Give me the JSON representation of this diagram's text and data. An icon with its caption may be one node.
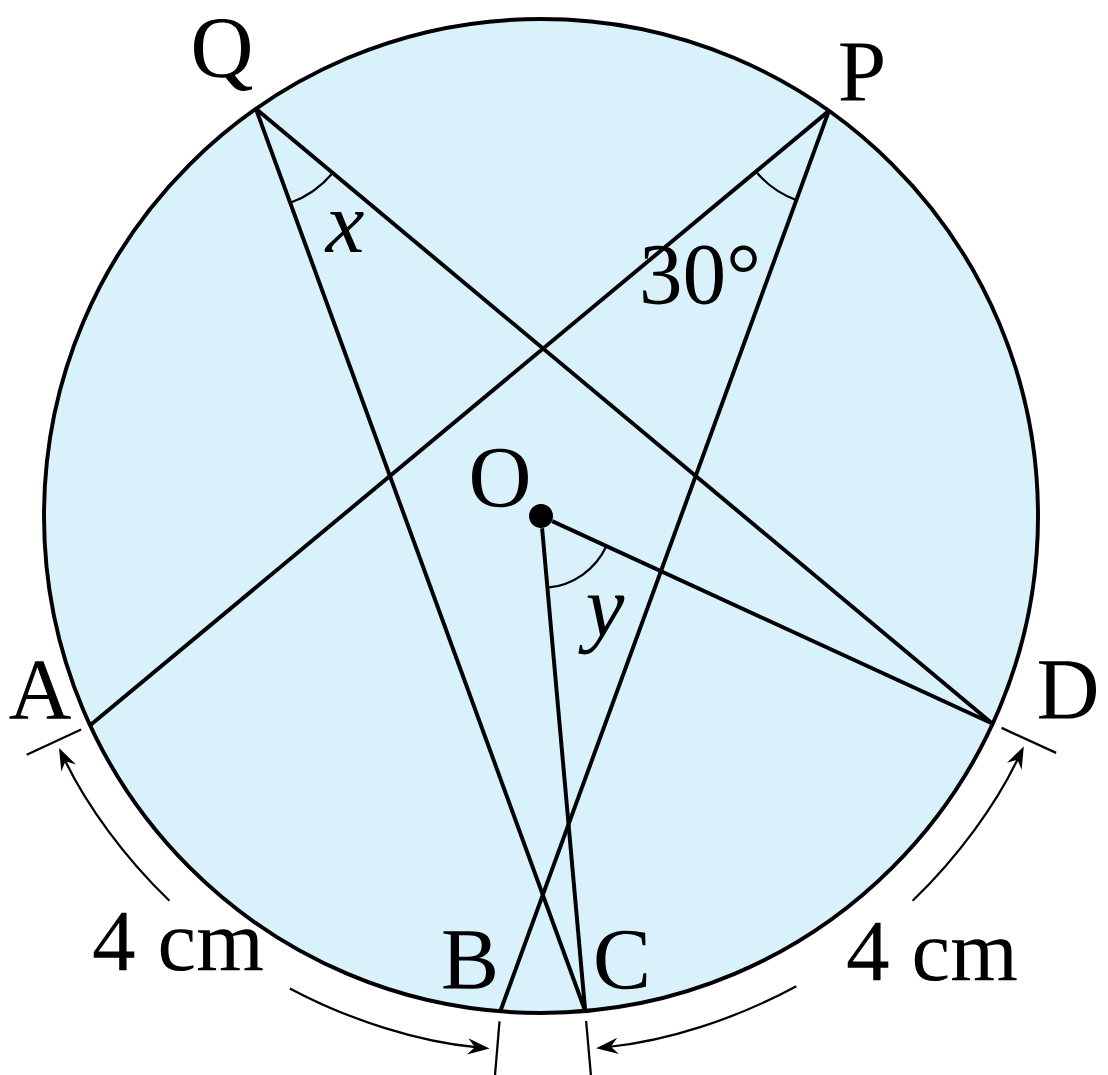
{
  "diagram": {
    "nodes": [
      {
        "text": [],
        "shape": "point",
        "beside": [
          "Q"
        ]
      },
      {
        "text": [],
        "shape": "point",
        "beside": [
          "P"
        ]
      },
      {
        "text": [],
        "shape": "dot",
        "beside": [
          "O"
        ]
      },
      {
        "text": [],
        "shape": "point",
        "beside": [
          "A"
        ]
      },
      {
        "text": [],
        "shape": "point",
        "beside": [
          "D"
        ]
      },
      {
        "text": [],
        "shape": "point",
        "beside": [
          "B"
        ]
      },
      {
        "text": [],
        "shape": "point",
        "beside": [
          "C"
        ]
      }
    ],
    "edges": [
      {
        "from": 0,
        "to": 6,
        "arrow": "none"
      },
      {
        "from": 0,
        "to": 4,
        "arrow": "none"
      },
      {
        "from": 1,
        "to": 3,
        "arrow": "none"
      },
      {
        "from": 1,
        "to": 5,
        "arrow": "none"
      },
      {
        "from": 2,
        "to": 4,
        "arrow": "none"
      },
      {
        "from": 2,
        "to": 6,
        "arrow": "none"
      }
    ],
    "labels": [
      "x",
      "30°",
      "y",
      "4 cm",
      "4 cm"
    ]
  }
}
